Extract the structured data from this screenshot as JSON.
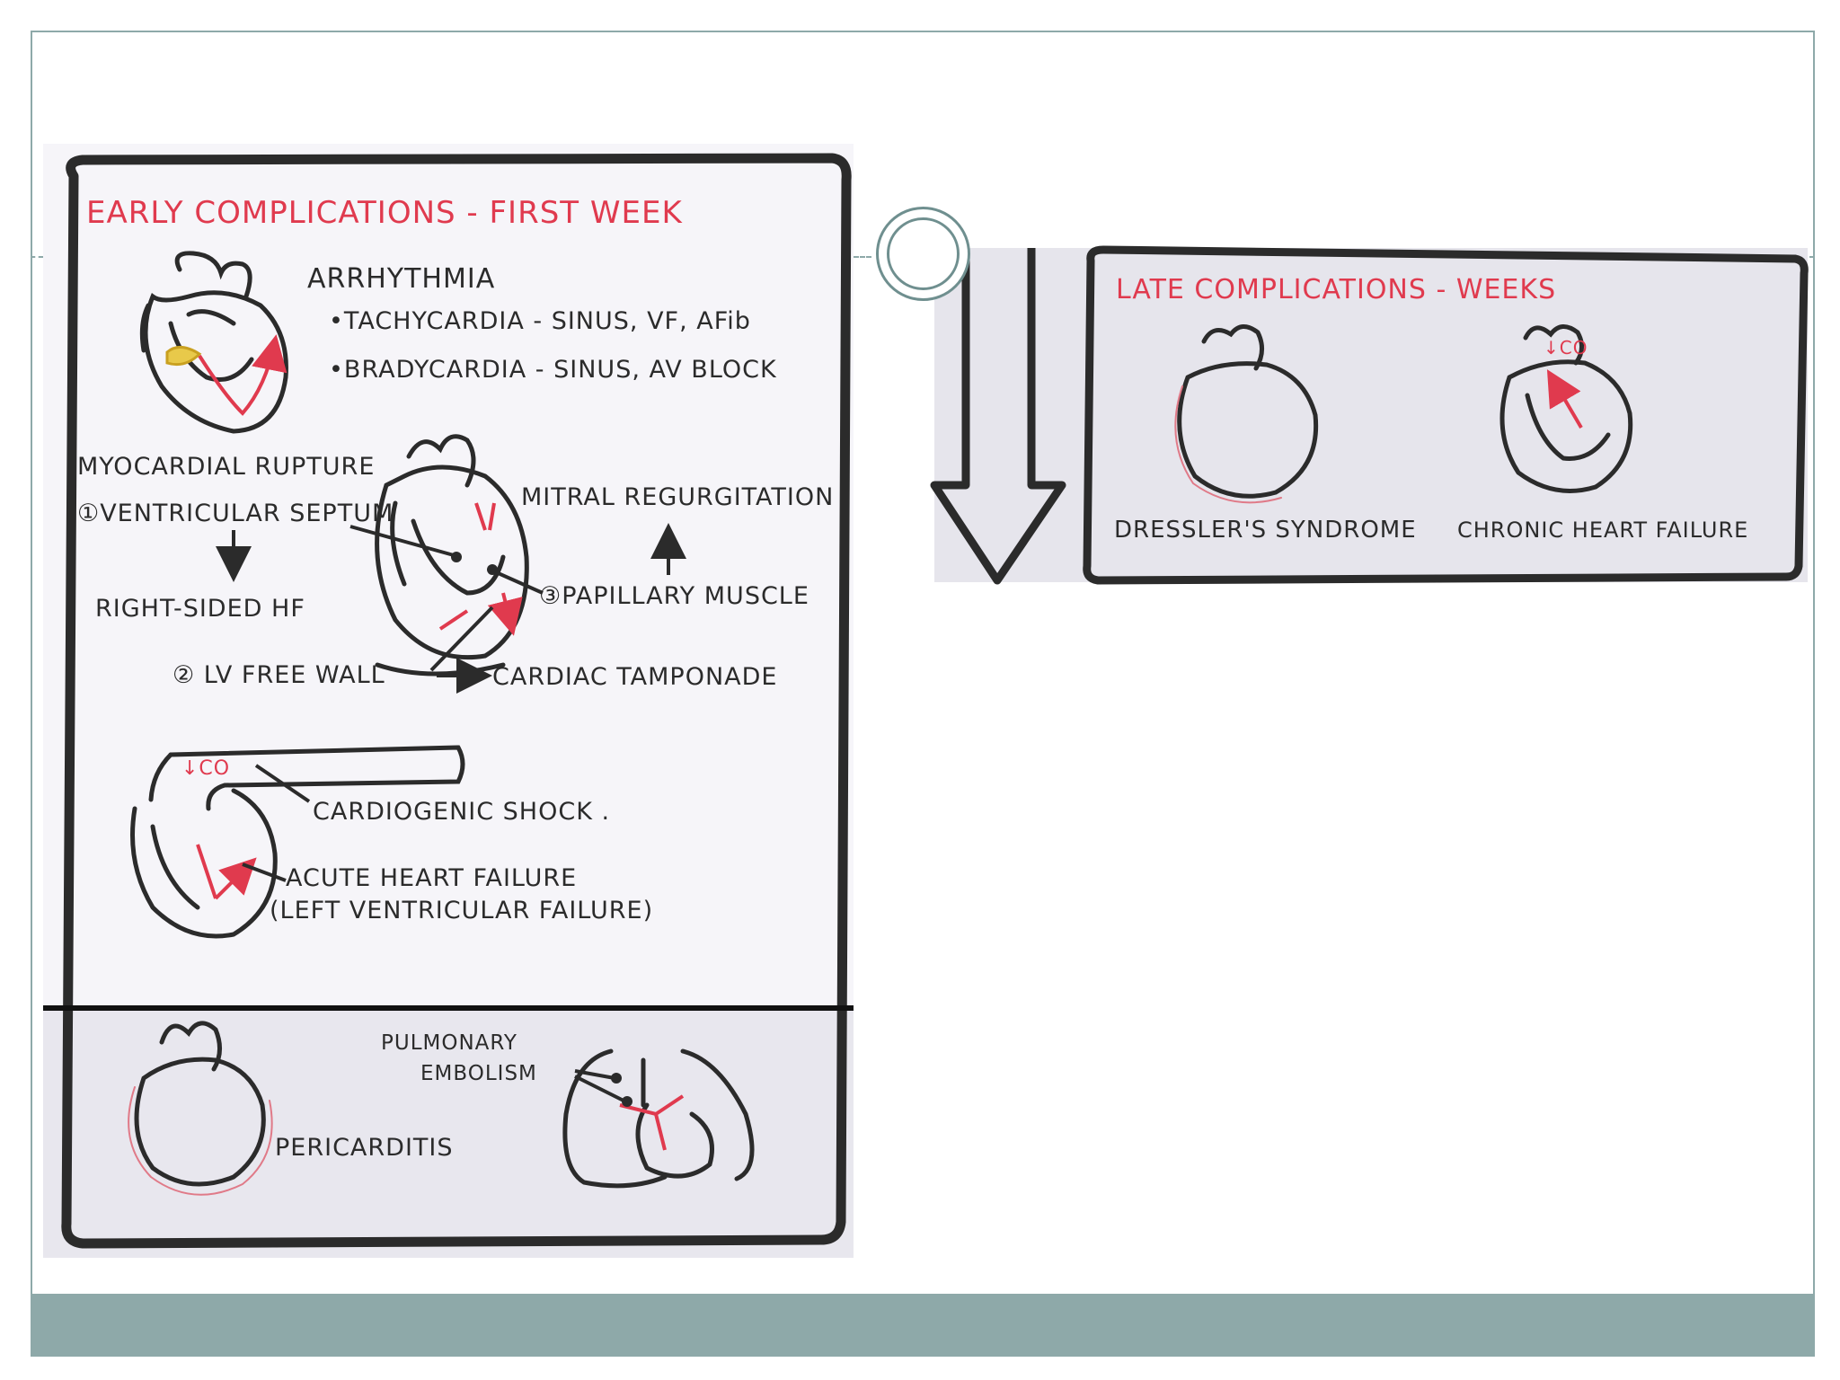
{
  "colors": {
    "frame": "#8ea9a9",
    "ink": "#2b2b2b",
    "red": "#e03a4e",
    "paper": "#f5f4f8",
    "paper_grey": "#e9e8ee"
  },
  "early": {
    "title": "EARLY COMPLICATIONS - FIRST WEEK",
    "arrhythmia": {
      "heading": "ARRHYTHMIA",
      "items": [
        "•TACHYCARDIA - SINUS, VF, AFib",
        "•BRADYCARDIA - SINUS, AV BLOCK"
      ]
    },
    "rupture": {
      "heading": "MYOCARDIAL RUPTURE",
      "septum": "①VENTRICULAR SEPTUM",
      "right_hf": "RIGHT-SIDED HF",
      "mitral": "MITRAL REGURGITATION",
      "papillary": "③PAPILLARY MUSCLE",
      "lv_wall": "② LV FREE WALL",
      "tamponade": "CARDIAC TAMPONADE"
    },
    "shock": {
      "co": "↓CO",
      "cardiogenic": "CARDIOGENIC SHOCK .",
      "acute_hf": "ACUTE HEART FAILURE",
      "lvf": "(LEFT VENTRICULAR FAILURE)"
    },
    "lower": {
      "pericarditis": "PERICARDITIS",
      "pulmonary_1": "PULMONARY",
      "pulmonary_2": "EMBOLISM"
    }
  },
  "late": {
    "title": "LATE COMPLICATIONS - WEEKS",
    "dressler": "DRESSLER'S SYNDROME",
    "chronic": "CHRONIC HEART FAILURE",
    "co": "↓CO"
  }
}
